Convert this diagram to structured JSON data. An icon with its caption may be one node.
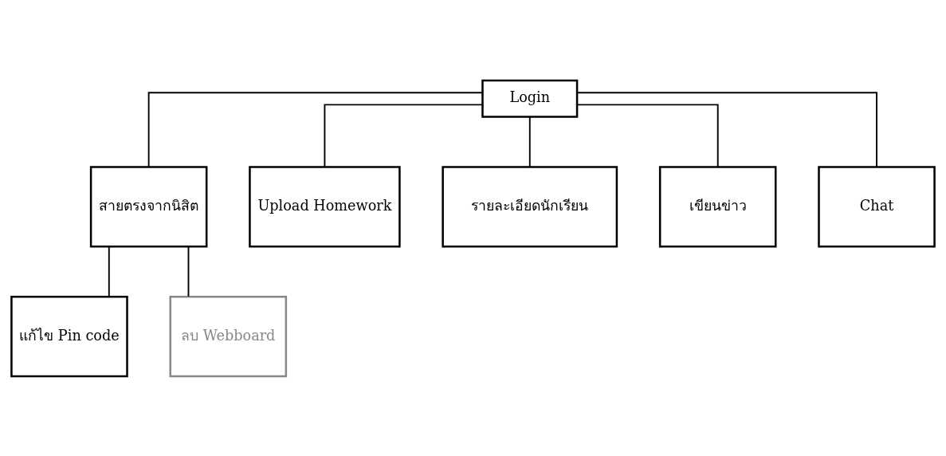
{
  "diagram": {
    "nodes": [
      {
        "text": [
          "Login"
        ]
      },
      {
        "text": [
          "สายตรงจากนิสิต"
        ]
      },
      {
        "text": [
          "Upload Homework"
        ]
      },
      {
        "text": [
          "รายละเอียดนักเรียน"
        ]
      },
      {
        "text": [
          "เขียนข่าว"
        ]
      },
      {
        "text": [
          "Chat"
        ]
      },
      {
        "text": [
          "แก้ไข Pin code"
        ]
      },
      {
        "text": [
          "ลบ Webboard"
        ]
      }
    ],
    "edges": [
      {
        "from": 0,
        "to": 1,
        "arrow": "none"
      },
      {
        "from": 0,
        "to": 2,
        "arrow": "none"
      },
      {
        "from": 0,
        "to": 3,
        "arrow": "none"
      },
      {
        "from": 0,
        "to": 4,
        "arrow": "none"
      },
      {
        "from": 0,
        "to": 5,
        "arrow": "none"
      },
      {
        "from": 1,
        "to": 6,
        "arrow": "none"
      },
      {
        "from": 1,
        "to": 7,
        "arrow": "none"
      }
    ]
  }
}
